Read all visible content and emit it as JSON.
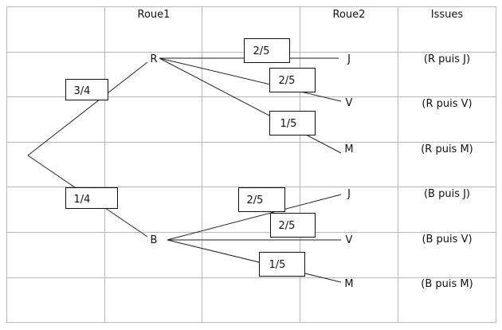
{
  "headers": {
    "roue1": "Roue1",
    "roue2": "Roue2",
    "issues": "Issues"
  },
  "nodes": {
    "r": "R",
    "b": "B",
    "rj": "J",
    "rv": "V",
    "rm": "M",
    "bj": "J",
    "bv": "V",
    "bm": "M"
  },
  "probabilities": {
    "root_r": "3/4",
    "root_b": "1/4",
    "r_j": "2/5",
    "r_v": "2/5",
    "r_m": "1/5",
    "b_j": "2/5",
    "b_v": "2/5",
    "b_m": "1/5"
  },
  "outcomes": [
    "(R puis J)",
    "(R puis V)",
    "(R puis M)",
    "(B puis J)",
    "(B puis V)",
    "(B puis M)"
  ],
  "colors": {
    "grid": "#b8b8b8",
    "line": "#222222",
    "box_border": "#111111"
  }
}
